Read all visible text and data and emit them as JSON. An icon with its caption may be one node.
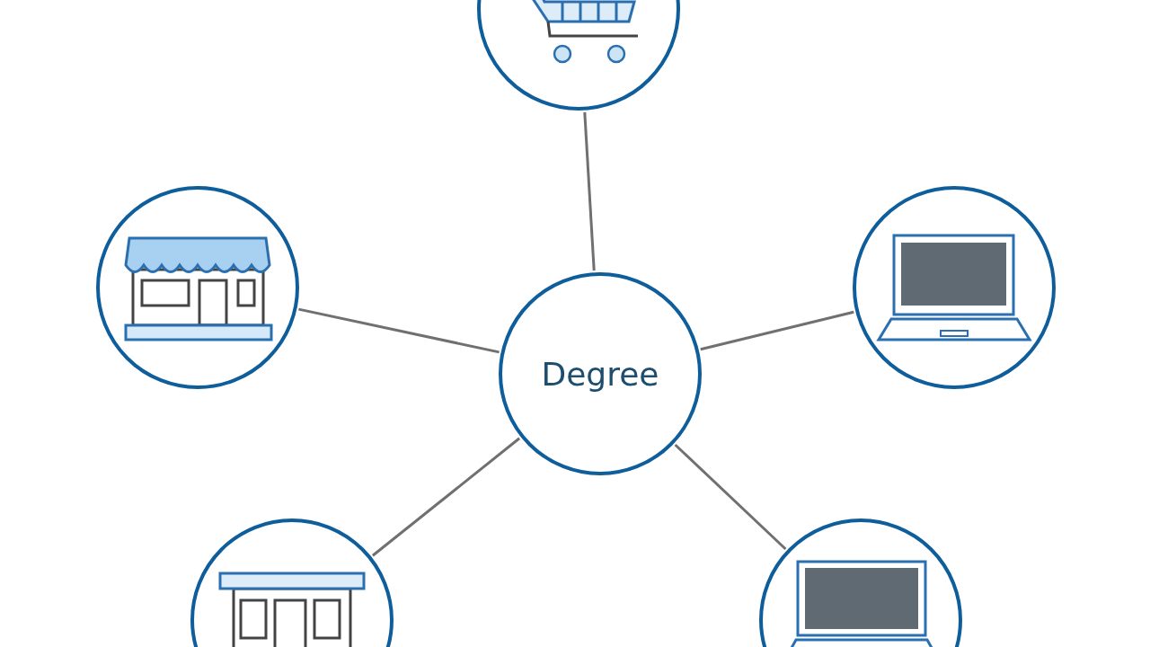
{
  "diagram": {
    "nodes": [
      {
        "text": [],
        "shape": "circle"
      },
      {
        "text": [],
        "shape": "circle"
      },
      {
        "text": [
          "Degree"
        ]
      },
      {
        "text": [],
        "shape": "circle"
      },
      {
        "text": [],
        "shape": "circle"
      },
      {
        "text": [],
        "shape": "circle"
      }
    ],
    "edges": [
      {
        "from": 2,
        "to": 0,
        "arrow": "none"
      },
      {
        "from": 2,
        "to": 1,
        "arrow": "none"
      },
      {
        "from": 2,
        "to": 3,
        "arrow": "none"
      },
      {
        "from": 2,
        "to": 4,
        "arrow": "none"
      },
      {
        "from": 2,
        "to": 5,
        "arrow": "none"
      }
    ]
  }
}
